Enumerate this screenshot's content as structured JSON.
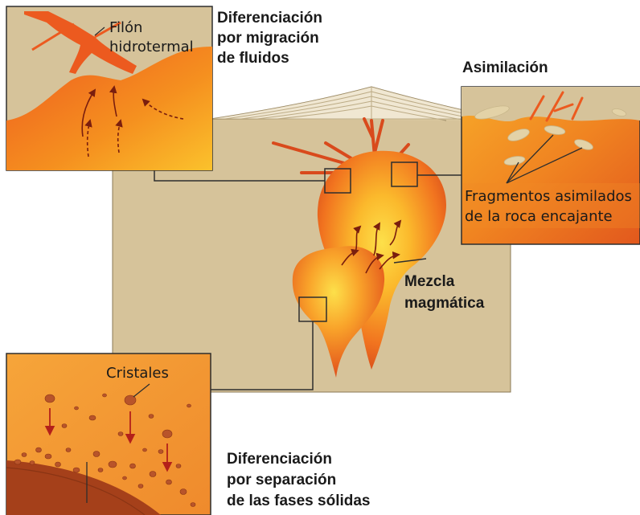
{
  "labels": {
    "fluid_migration_title": [
      "Diferenciación",
      "por migración",
      "de fluidos"
    ],
    "vein": [
      "Filón",
      "hidrotermal"
    ],
    "assimilation_title": "Asimilación",
    "assimilated_fragments": [
      "Fragmentos asimilados",
      "de la roca encajante"
    ],
    "magma_mixing": [
      "Mezcla",
      "magmática"
    ],
    "crystals": "Cristales",
    "solid_separation_title": [
      "Diferenciación",
      "por separación",
      "de las fases sólidas"
    ]
  },
  "colors": {
    "host_rock": "#d6c39a",
    "magma_light": "#fbd23a",
    "magma_mid": "#f59a22",
    "magma_dark": "#d94a1c",
    "crust_dark": "#a5401a",
    "crystal": "#b8542a",
    "fragment": "#e3d2a7",
    "outline": "#2e2e2e"
  }
}
